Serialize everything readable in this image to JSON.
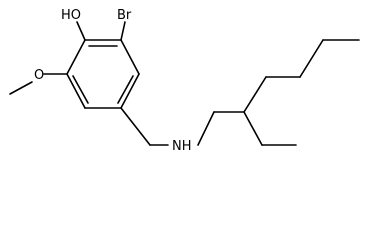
{
  "molecule": {
    "atoms": {
      "hydroxyl": "HO",
      "bromo": "Br",
      "methoxy_oxygen": "O",
      "amine": "NH"
    }
  }
}
